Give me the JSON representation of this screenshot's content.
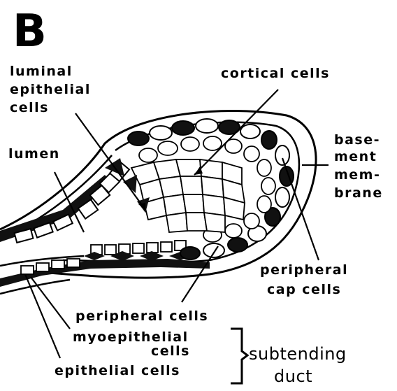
{
  "figure": {
    "panel_letter": "B",
    "labels": {
      "luminal_epithelial": [
        "luminal",
        "epithelial",
        "cells"
      ],
      "cortical_cells": "cortical cells",
      "lumen": "lumen",
      "basement_membrane": [
        "base-",
        "ment",
        "mem-",
        "brane"
      ],
      "peripheral_cap_cells": [
        "peripheral",
        "cap cells"
      ],
      "peripheral_cells": "peripheral cells",
      "myoepithelial_cells": [
        "myoepithelial",
        "cells"
      ],
      "epithelial_cells": "epithelial cells",
      "subtending_duct": [
        "subtending",
        "duct"
      ]
    }
  }
}
